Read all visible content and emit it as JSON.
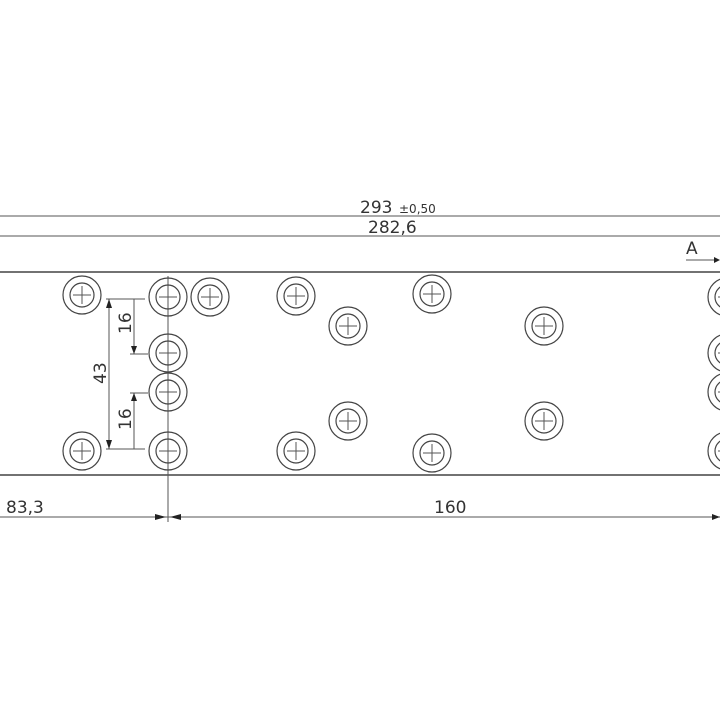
{
  "drawing": {
    "overall_length": "293",
    "overall_tolerance": "±0,50",
    "inner_length": "282,6",
    "section_marker": "A",
    "left_offset": "83,3",
    "hole_spacing": "160",
    "vertical_total": "43",
    "vertical_upper": "16",
    "vertical_lower": "16"
  }
}
